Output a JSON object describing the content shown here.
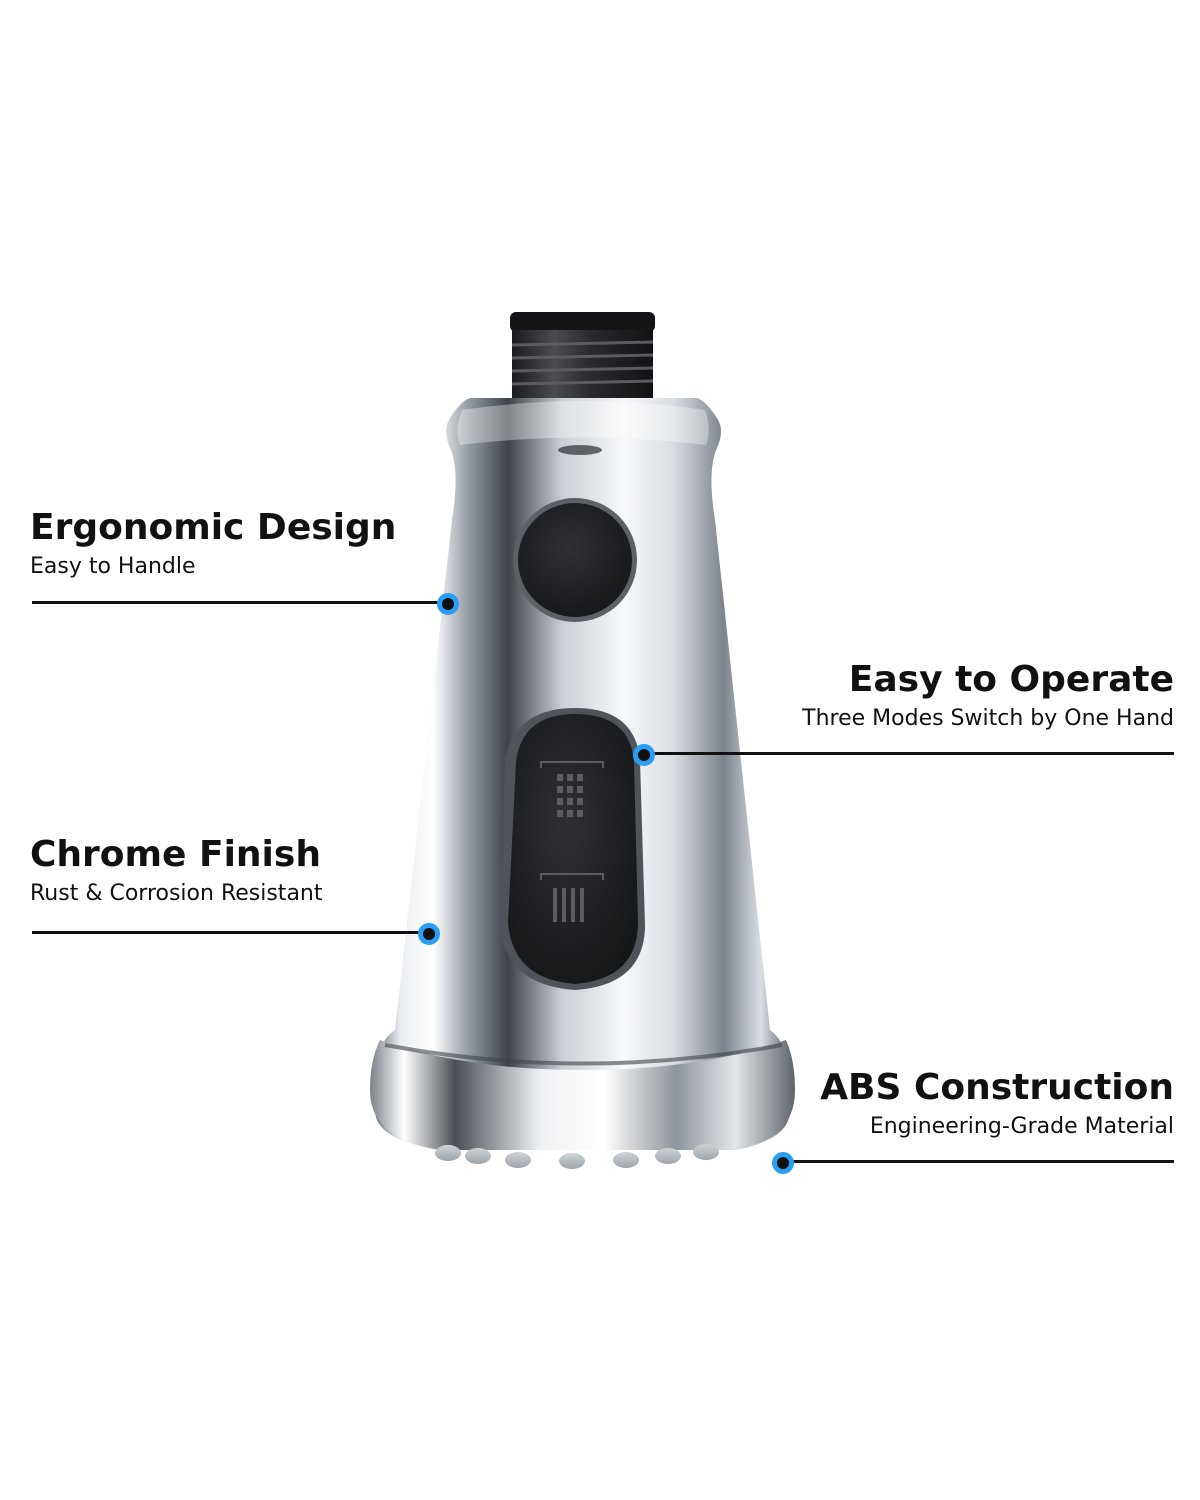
{
  "callouts": {
    "ergonomic": {
      "title": "Ergonomic Design",
      "subtitle": "Easy to Handle"
    },
    "operate": {
      "title": "Easy to Operate",
      "subtitle": "Three Modes Switch by One Hand"
    },
    "chrome": {
      "title": "Chrome Finish",
      "subtitle": "Rust & Corrosion Resistant"
    },
    "abs": {
      "title": "ABS Construction",
      "subtitle": "Engineering-Grade Material"
    }
  },
  "colors": {
    "marker_ring": "#2a9df4",
    "marker_center": "#111111",
    "text": "#111111",
    "chrome_light": "#f4f6f8",
    "chrome_dark": "#5a5f66",
    "rubber": "#1c1d20"
  }
}
